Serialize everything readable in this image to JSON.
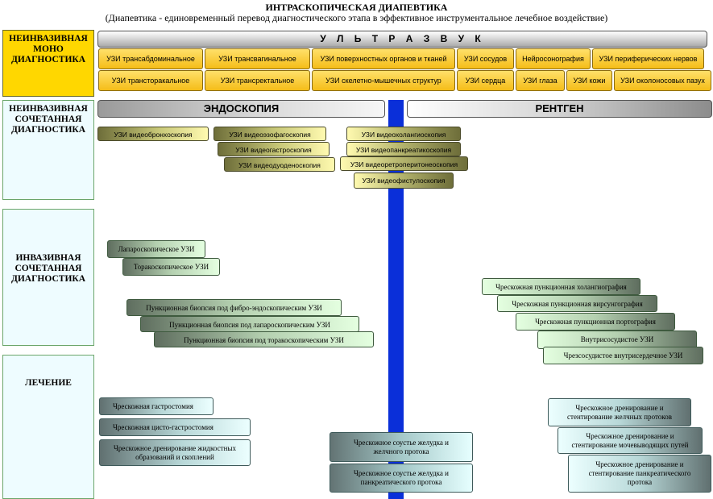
{
  "header": {
    "title": "ИНТРАСКОПИЧЕСКАЯ ДИАПЕВТИКА",
    "subtitle": "(Диапевтика - единовременный перевод диагностического этапа в эффективное инструментальное лечебное воздействие)"
  },
  "side_labels": [
    {
      "lines": [
        "НЕИНВАЗИВНАЯ",
        "МОНО",
        "ДИАГНОСТИКА"
      ]
    },
    {
      "lines": [
        "НЕИНВАЗИВНАЯ",
        "СОЧЕТАННАЯ",
        "ДИАГНОСТИКА"
      ]
    },
    {
      "lines": [
        "ИНВАЗИВНАЯ",
        "СОЧЕТАННАЯ",
        "ДИАГНОСТИКА"
      ]
    },
    {
      "lines": [
        "ЛЕЧЕНИЕ"
      ]
    }
  ],
  "ultrasound": {
    "label": "У Л Ь Т Р А З В У К",
    "row1": [
      "УЗИ трансабдоминальное",
      "УЗИ трансвагинальное",
      "УЗИ поверхностных органов и тканей",
      "УЗИ сосудов",
      "Нейросонография",
      "УЗИ периферических нервов"
    ],
    "row2": [
      "УЗИ трансторакальное",
      "УЗИ трансректальное",
      "УЗИ скелетно-мышечных структур",
      "УЗИ сердца",
      "УЗИ глаза",
      "УЗИ кожи",
      "УЗИ околоносовых пазух"
    ]
  },
  "endoscopy": {
    "label": "ЭНДОСКОПИЯ",
    "items": [
      "УЗИ видеобронхоскопия",
      "УЗИ видеоэзофагоскопия",
      "УЗИ видеогастроскопия",
      "УЗИ видеодуоденоскопия",
      "УЗИ видеохолангиоскопия",
      "УЗИ видеопанкреатикоскопия",
      "УЗИ видеоретроперитонеоскопия",
      "УЗИ видеофистулоскопия"
    ]
  },
  "xray": {
    "label": "РЕНТГЕН"
  },
  "invasive_left": [
    "Лапароскопическое УЗИ",
    "Торакоскопическое УЗИ",
    "Пункционная биопсия под фибро-эндоскопическим УЗИ",
    "Пункционная биопсия под лапароскопическим УЗИ",
    "Пункционная биопсия под торакоскопическим УЗИ"
  ],
  "invasive_right": [
    "Чрескожная пункционная холангиография",
    "Чрескожная  пункционная вирсунгография",
    "Чрескожная пункционная портография",
    "Внутрисосудистое УЗИ",
    "Чрезсосудистое внутрисердечное УЗИ"
  ],
  "treatment_left": [
    {
      "lines": [
        "Чрескожная гастростомия"
      ]
    },
    {
      "lines": [
        "Чрескожная цисто-гастростомия"
      ]
    },
    {
      "lines": [
        "Чрескожное дренирование жидкостных",
        "образований и скоплений"
      ]
    }
  ],
  "treatment_mid": [
    {
      "lines": [
        "Чрескожное соустье желудка и",
        "желчного протока"
      ]
    },
    {
      "lines": [
        "Чрескожное соустье желудка и",
        "панкреатического протока"
      ]
    }
  ],
  "treatment_right": [
    {
      "lines": [
        "Чрескожное дренирование  и",
        "стентирование желчных протоков"
      ]
    },
    {
      "lines": [
        "Чрескожное дренирование  и",
        "стентирование мочевыводящих путей"
      ]
    },
    {
      "lines": [
        "Чрескожное дренирование  и",
        "стентирование панкреатического",
        "протока"
      ]
    }
  ]
}
